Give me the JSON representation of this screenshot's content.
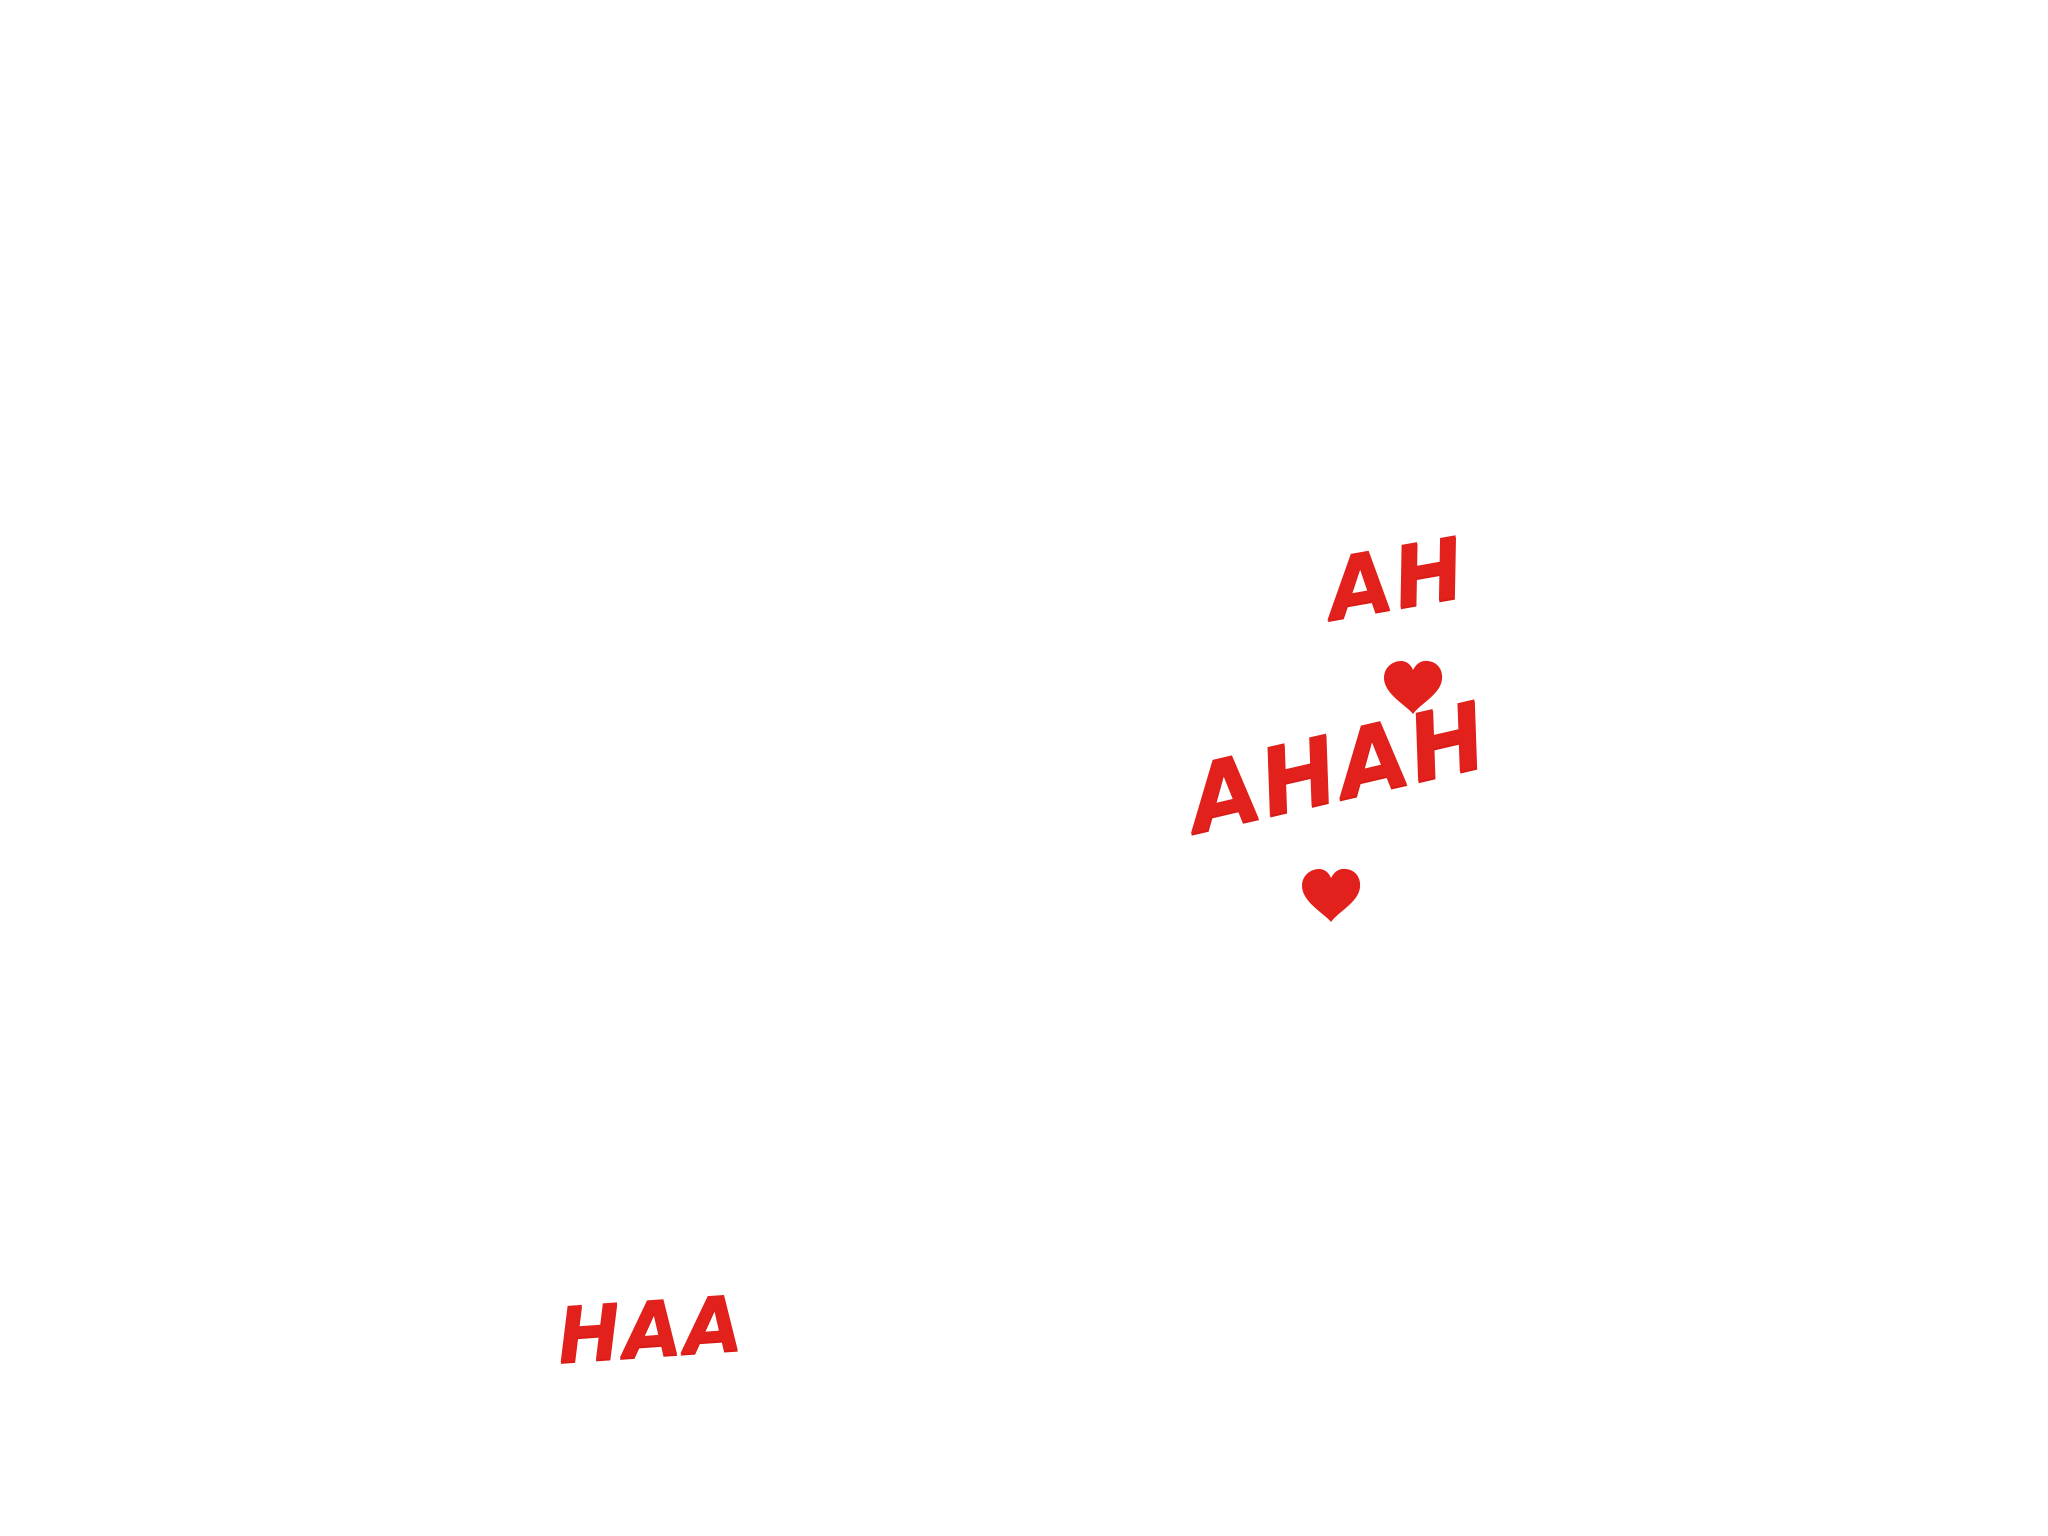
{
  "sound_effects": {
    "ah": "AH",
    "ahah": "AHAH",
    "haa": "HAA"
  },
  "icons": {
    "heart_1": "heart-icon",
    "heart_2": "heart-icon"
  },
  "colors": {
    "ink": "#e3211c",
    "background": "#ffffff"
  }
}
